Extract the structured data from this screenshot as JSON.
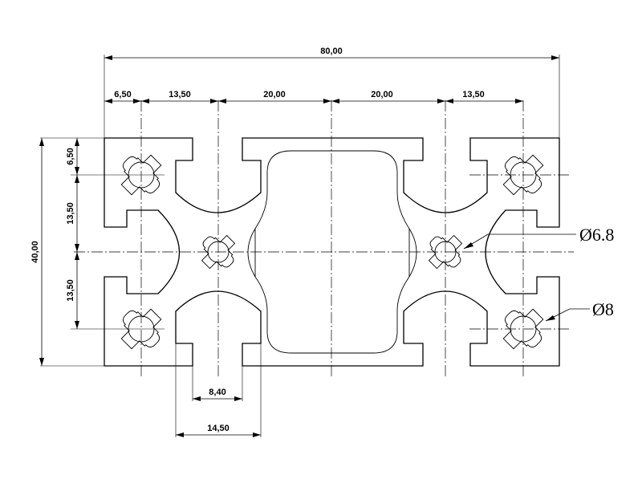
{
  "dimensions": {
    "overall_width": "80,00",
    "seg_1": "6,50",
    "seg_2": "13,50",
    "seg_3": "20,00",
    "seg_4": "20,00",
    "seg_5": "13,50",
    "overall_height": "40,00",
    "vert_1": "6,50",
    "vert_2": "13,50",
    "vert_3": "13,50",
    "slot_opening": "8,40",
    "slot_width": "14,50"
  },
  "callouts": {
    "small_hole": "Ø6.8",
    "large_hole": "Ø8"
  }
}
